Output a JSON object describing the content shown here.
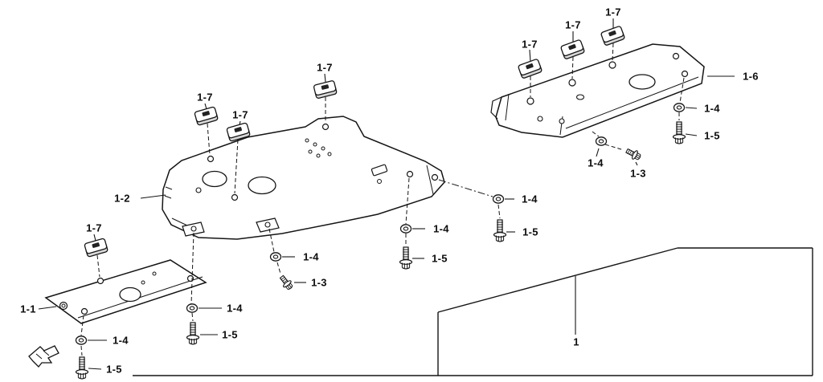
{
  "diagram": {
    "type": "exploded-parts-diagram",
    "background_color": "#ffffff",
    "line_color": "#151515",
    "clip_shade_color": "#d8d8d8",
    "slot_color": "#222222"
  },
  "callouts": {
    "assembly": "1",
    "plate_front": "1-1",
    "plate_center": "1-2",
    "bolt_small": "1-3",
    "washer": "1-4",
    "flange_bolt": "1-5",
    "plate_rear": "1-6",
    "clip_nut": "1-7"
  }
}
